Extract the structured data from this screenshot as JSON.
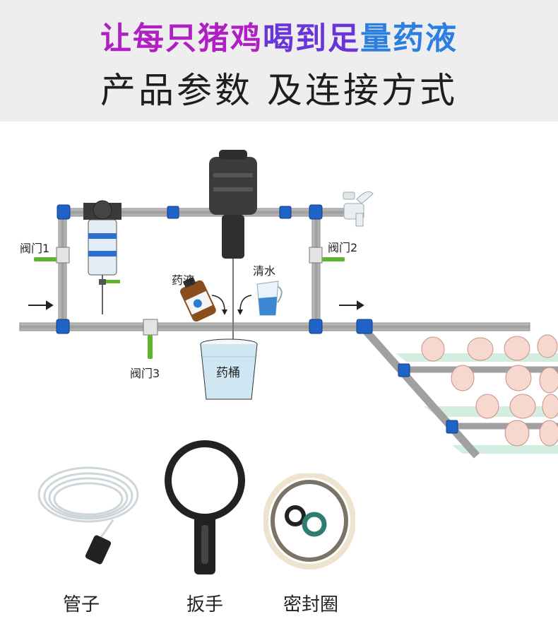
{
  "header": {
    "headline_part1": "让每只猪鸡",
    "headline_part2": "喝到足",
    "headline_part3": "量药液",
    "subheadline": "产品参数 及连接方式"
  },
  "diagram": {
    "valve1_label": "阀门1",
    "valve2_label": "阀门2",
    "valve3_label": "阀门3",
    "medicine_label": "药液",
    "water_label": "清水",
    "bucket_label": "药桶"
  },
  "accessories": [
    {
      "label": "管子",
      "icon": "tube-coil-icon"
    },
    {
      "label": "扳手",
      "icon": "filter-wrench-icon"
    },
    {
      "label": "密封圈",
      "icon": "seal-ring-icon"
    }
  ],
  "colors": {
    "pipe": "#a9a9a9",
    "fitting": "#1f63c6",
    "valve_handle": "#5fb52d",
    "headline_purple": "#b01fc4",
    "headline_blue": "#2b7fe0"
  }
}
